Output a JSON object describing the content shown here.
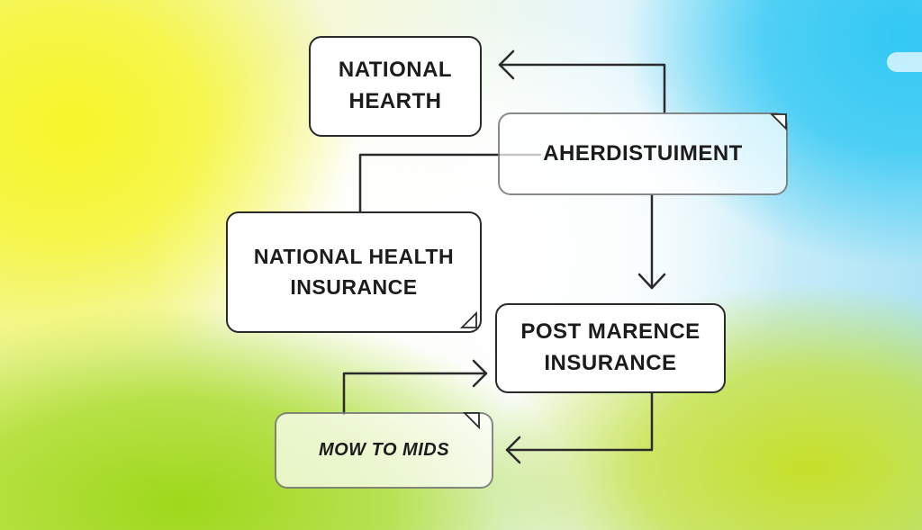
{
  "diagram": {
    "nodes": [
      {
        "id": "national_hearth",
        "label": "NATIONAL\nHEARTH"
      },
      {
        "id": "aherdistuiment",
        "label": "AHERDISTUIMENT"
      },
      {
        "id": "national_health_insurance",
        "label": "NATIONAL HEALTH\nINSURANCE"
      },
      {
        "id": "post_marence_insurance",
        "label": "POST MARENCE\nINSURANCE"
      },
      {
        "id": "mow_to_mids",
        "label": "MOW TO MIDS"
      }
    ],
    "edges": [
      {
        "from": "aherdistuiment",
        "to": "national_hearth",
        "arrow": true
      },
      {
        "from": "national_health_insurance",
        "to": "aherdistuiment",
        "arrow": false
      },
      {
        "from": "aherdistuiment",
        "to": "post_marence_insurance",
        "arrow": true
      },
      {
        "from": "mow_to_mids",
        "to": "post_marence_insurance",
        "arrow": true
      },
      {
        "from": "post_marence_insurance",
        "to": "mow_to_mids",
        "arrow": true
      }
    ],
    "colors": {
      "stroke": "#2a2a2a",
      "box_fill": "#ffffff",
      "text": "#1c1c1c",
      "bg_yellow": "#f6f62a",
      "bg_blue": "#33c9f4",
      "bg_green": "#9ed81a"
    }
  }
}
